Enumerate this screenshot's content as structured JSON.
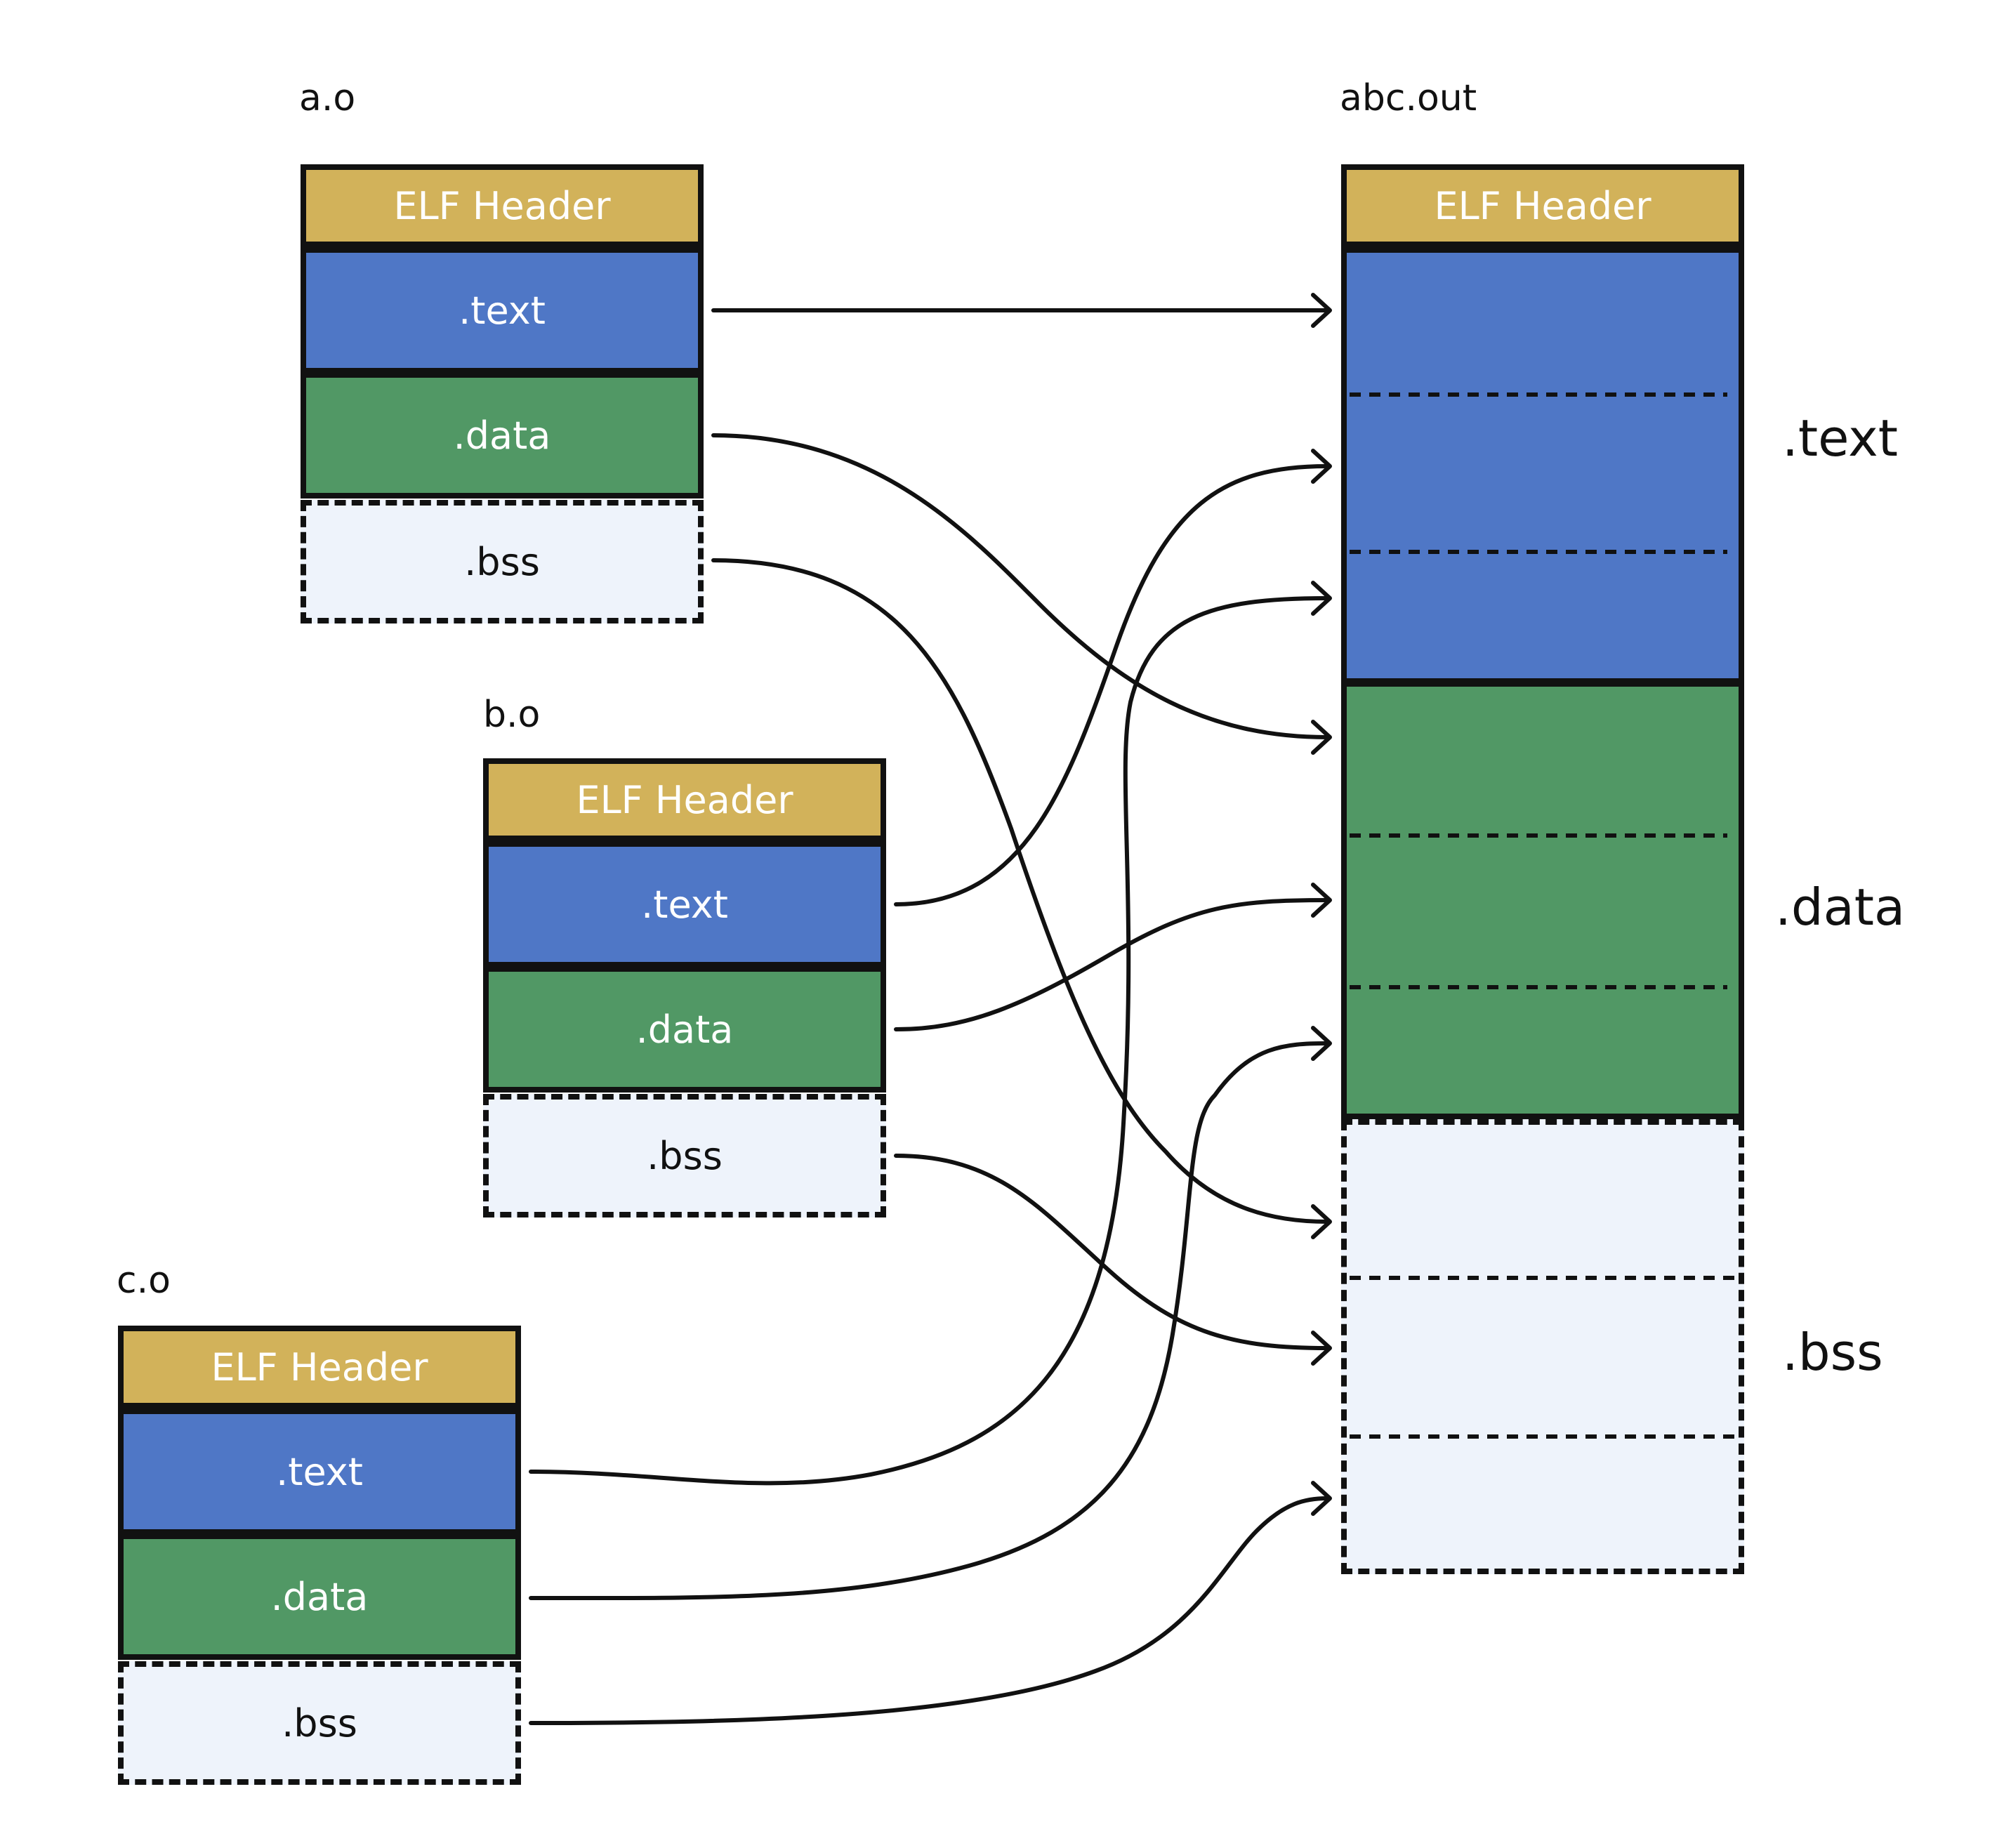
{
  "objects": [
    {
      "name": "a.o",
      "header": "ELF Header",
      "text": ".text",
      "data": ".data",
      "bss": ".bss"
    },
    {
      "name": "b.o",
      "header": "ELF Header",
      "text": ".text",
      "data": ".data",
      "bss": ".bss"
    },
    {
      "name": "c.o",
      "header": "ELF Header",
      "text": ".text",
      "data": ".data",
      "bss": ".bss"
    }
  ],
  "output": {
    "name": "abc.out",
    "header": "ELF Header",
    "text_label": ".text",
    "data_label": ".data",
    "bss_label": ".bss"
  },
  "colors": {
    "elf_header": "#d2b25a",
    "text": "#4f77c6",
    "data": "#519865",
    "bss": "#eef3fb",
    "stroke": "#111111"
  }
}
